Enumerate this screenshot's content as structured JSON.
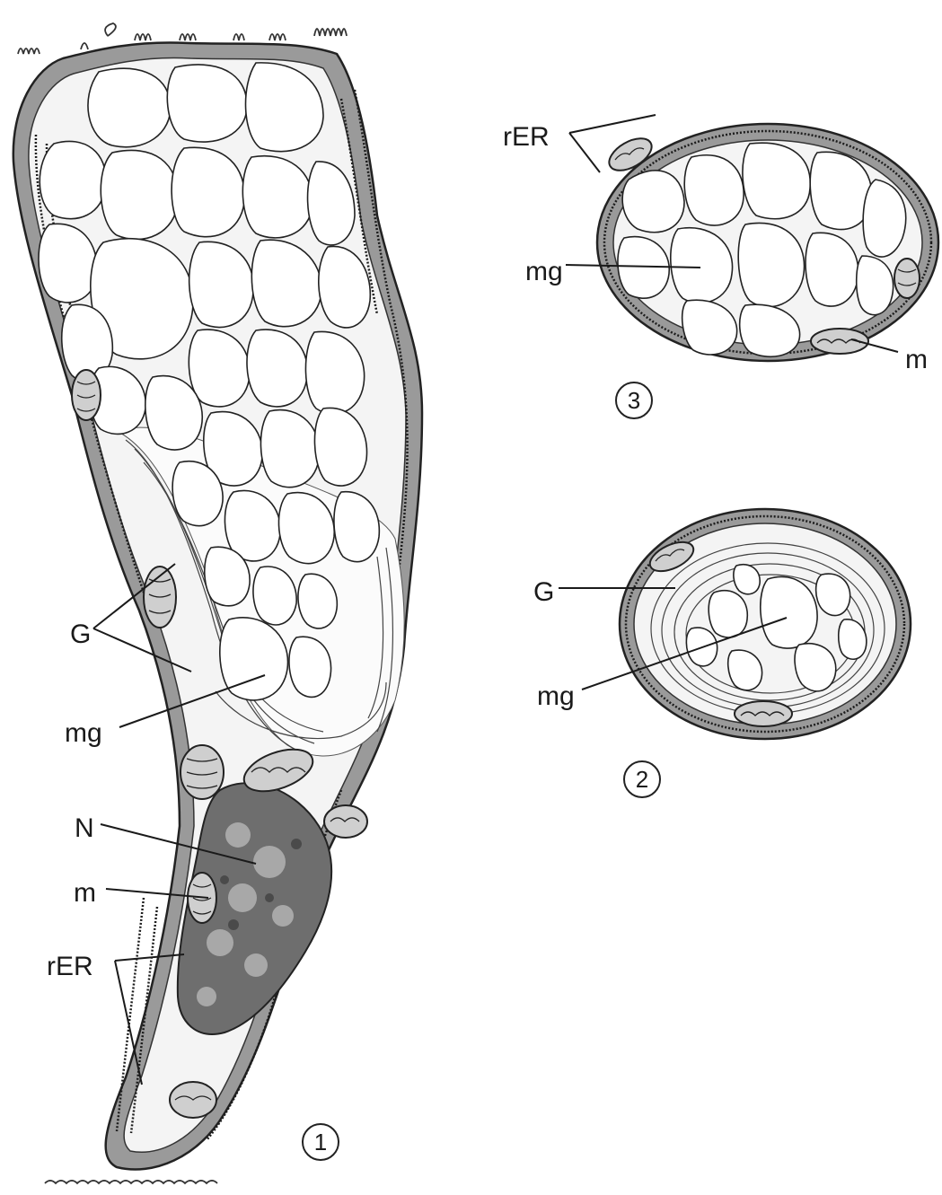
{
  "labels": {
    "fig1_G": "G",
    "fig1_mg": "mg",
    "fig1_N": "N",
    "fig1_m": "m",
    "fig1_rER": "rER",
    "fig3_rER": "rER",
    "fig3_mg": "mg",
    "fig3_m": "m",
    "fig2_G": "G",
    "fig2_mg": "mg"
  },
  "figure_numbers": {
    "fig1": "1",
    "fig2": "2",
    "fig3": "3"
  },
  "colors": {
    "membrane": "#9a9a9a",
    "nucleus": "#6e6e6e",
    "granule": "#ffffff"
  }
}
